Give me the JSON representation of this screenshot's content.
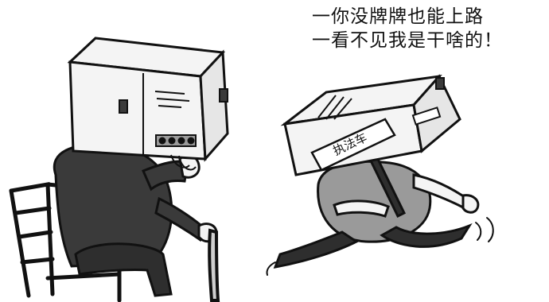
{
  "caption": {
    "line1": "一你没牌牌也能上路",
    "line2": "一看不见我是干啥的！"
  },
  "sign": {
    "text": "执法车"
  },
  "colors": {
    "ink": "#111111",
    "dark_fill": "#3a3a3a",
    "mid_fill": "#9a9a9a",
    "light_fill": "#f4f4f4"
  }
}
